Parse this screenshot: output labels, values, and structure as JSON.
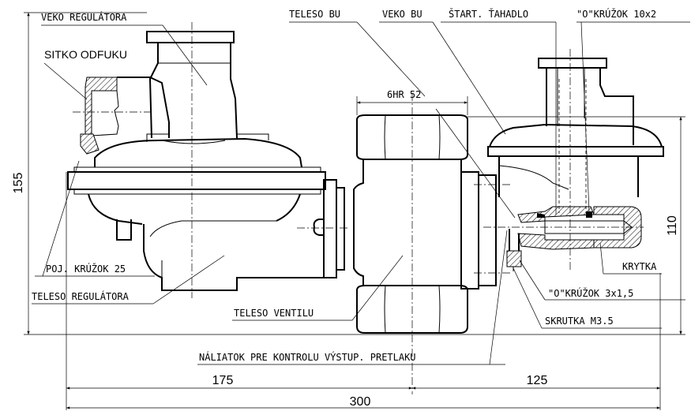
{
  "labels": {
    "veko_regulatora": "VEKO REGULÁTORA",
    "sitko_odfuku": "SITKO ODFUKU",
    "teleso_bu": "TELESO BU",
    "veko_bu": "VEKO BU",
    "start_tahadlo": "ŠTART. ŤAHADLO",
    "o_kruzok_10x2": "\"O\"KRÚŽOK 10x2",
    "hr52": "6HR 52",
    "poj_kruzok": "POJ. KRÚŽOK 25",
    "teleso_regulatora": "TELESO REGULÁTORA",
    "teleso_ventilu": "TELESO VENTILU",
    "krytka": "KRYTKA",
    "o_kruzok_3x15": "\"O\"KRÚŽOK 3x1,5",
    "skrutka": "SKRUTKA M3.5",
    "naliatok": "NÁLIATOK PRE KONTROLU VÝSTUP. PRETLAKU"
  },
  "dimensions": {
    "height_total": "155",
    "height_right": "110",
    "width_left": "175",
    "width_right": "125",
    "width_total": "300"
  }
}
